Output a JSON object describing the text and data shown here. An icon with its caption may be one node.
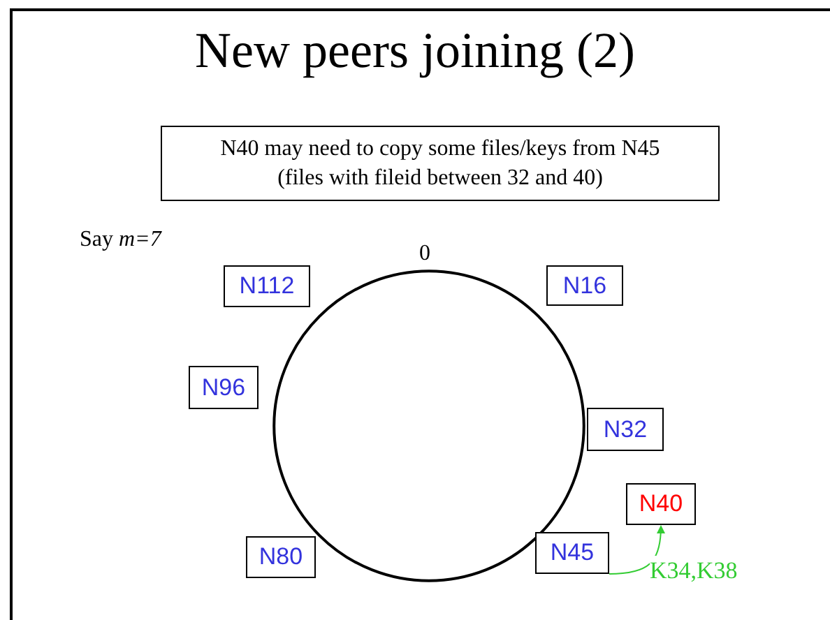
{
  "diagram": {
    "title": "New peers joining (2)",
    "nodes": [
      {
        "text": [
          "N40 may need to copy some files/keys from N45 (files with fileid between 32 and 40)"
        ]
      },
      {
        "text": [],
        "shape": "circle"
      },
      {
        "text": [
          "N112"
        ]
      },
      {
        "text": [
          "N16"
        ]
      },
      {
        "text": [
          "N96"
        ]
      },
      {
        "text": [
          "N32"
        ]
      },
      {
        "text": [
          "N40"
        ]
      },
      {
        "text": [
          "N45"
        ]
      },
      {
        "text": [
          "N80"
        ]
      }
    ],
    "edges": [
      {
        "from": 7,
        "to": 6,
        "arrow": "to",
        "label": "K34,K38",
        "color": "#33cc33"
      }
    ],
    "labels": [
      "Say *m=7*",
      "0"
    ]
  }
}
